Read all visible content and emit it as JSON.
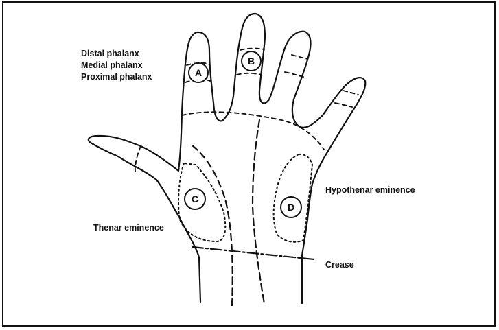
{
  "labels": {
    "distal": "Distal phalanx",
    "medial": "Medial phalanx",
    "proximal": "Proximal phalanx",
    "hypothenar": "Hypothenar eminence",
    "thenar": "Thenar eminence",
    "crease": "Crease"
  },
  "regions": {
    "a": "A",
    "b": "B",
    "c": "C",
    "d": "D"
  },
  "colors": {
    "ink": "#111111",
    "background": "#ffffff"
  }
}
